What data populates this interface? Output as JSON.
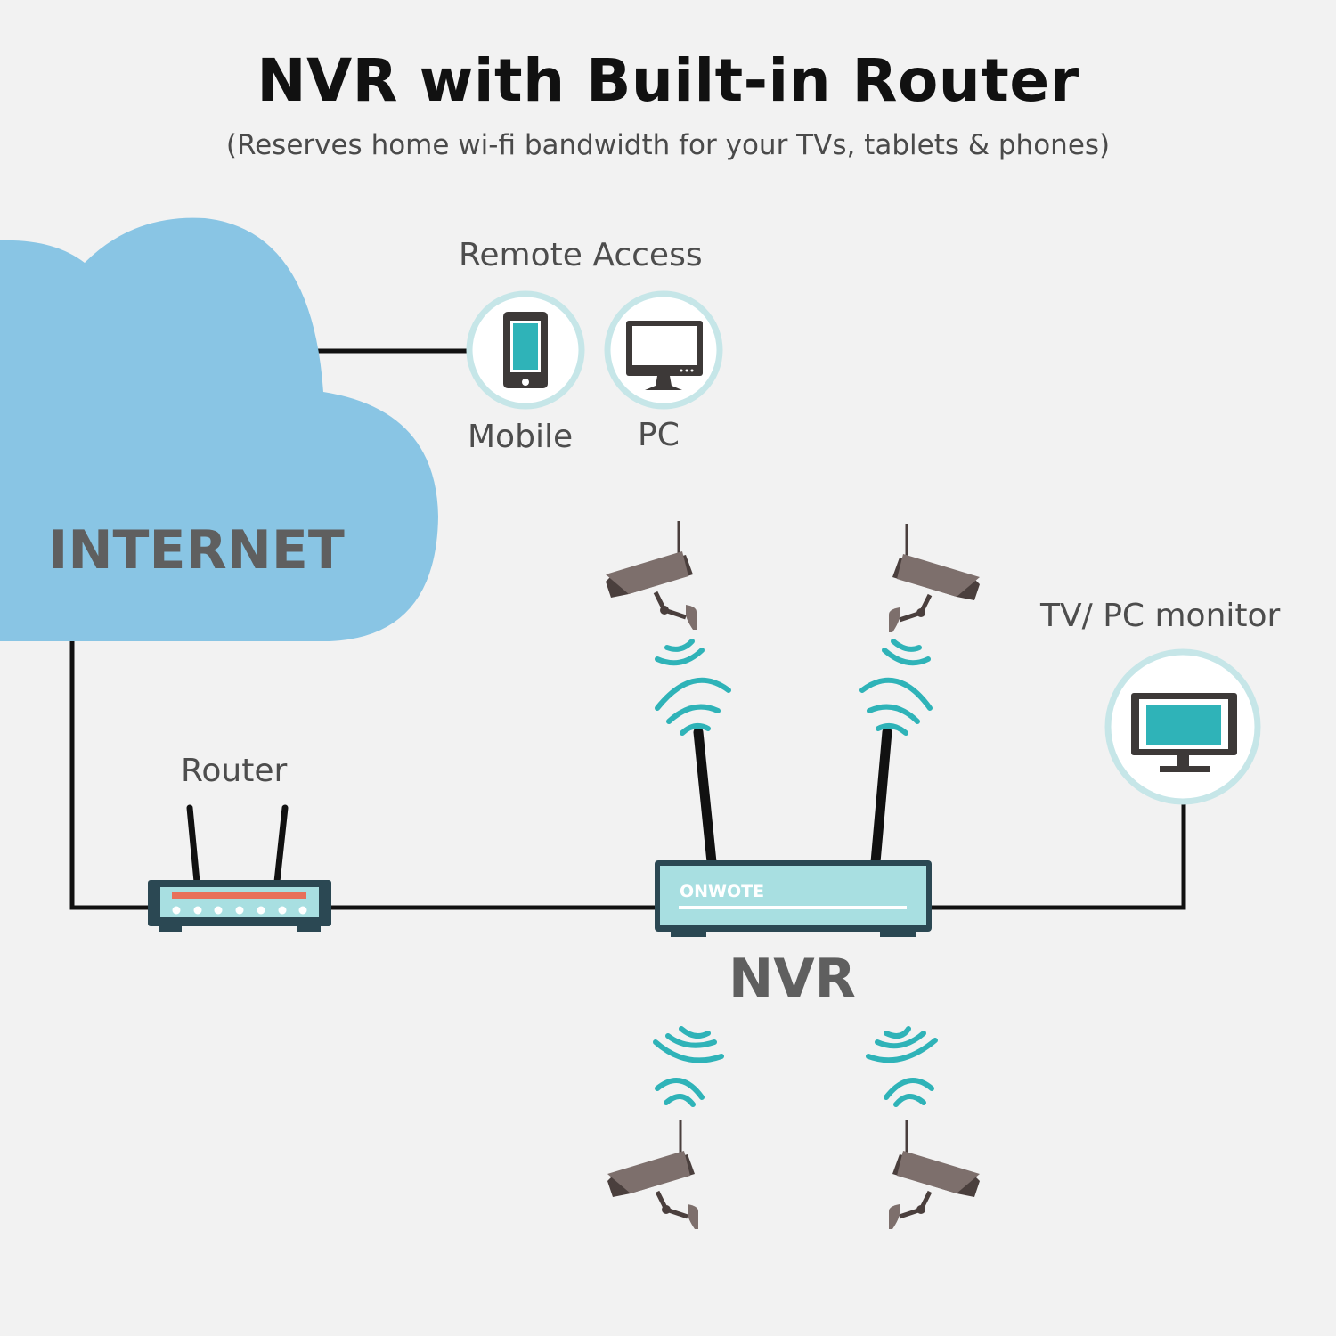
{
  "header": {
    "title": "NVR with Built-in Router",
    "subtitle": "(Reserves home wi-fi bandwidth for your TVs, tablets & phones)"
  },
  "nodes": {
    "internet": {
      "label": "INTERNET",
      "icon": "cloud-icon"
    },
    "remote_access": {
      "label": "Remote Access"
    },
    "mobile": {
      "label": "Mobile",
      "icon": "smartphone-icon"
    },
    "pc": {
      "label": "PC",
      "icon": "desktop-monitor-icon"
    },
    "router": {
      "label": "Router",
      "icon": "router-icon"
    },
    "nvr": {
      "label": "NVR",
      "brand": "ONWOTE",
      "icon": "nvr-icon"
    },
    "tv_monitor": {
      "label": "TV/ PC monitor",
      "icon": "tv-monitor-icon"
    },
    "cameras": [
      {
        "name": "camera-top-left",
        "icon": "security-camera-icon"
      },
      {
        "name": "camera-top-right",
        "icon": "security-camera-icon"
      },
      {
        "name": "camera-bottom-left",
        "icon": "security-camera-icon"
      },
      {
        "name": "camera-bottom-right",
        "icon": "security-camera-icon"
      }
    ]
  },
  "colors": {
    "background": "#f2f2f2",
    "cloud": "#89c5e4",
    "teal": "#2fb3b8",
    "device_light": "#a8dfe1",
    "device_dark": "#2b4853",
    "router_strip": "#e8705a",
    "camera_body": "#7d6f6c",
    "camera_dark": "#4a3f3d",
    "circle_ring": "#c6e6e8"
  }
}
